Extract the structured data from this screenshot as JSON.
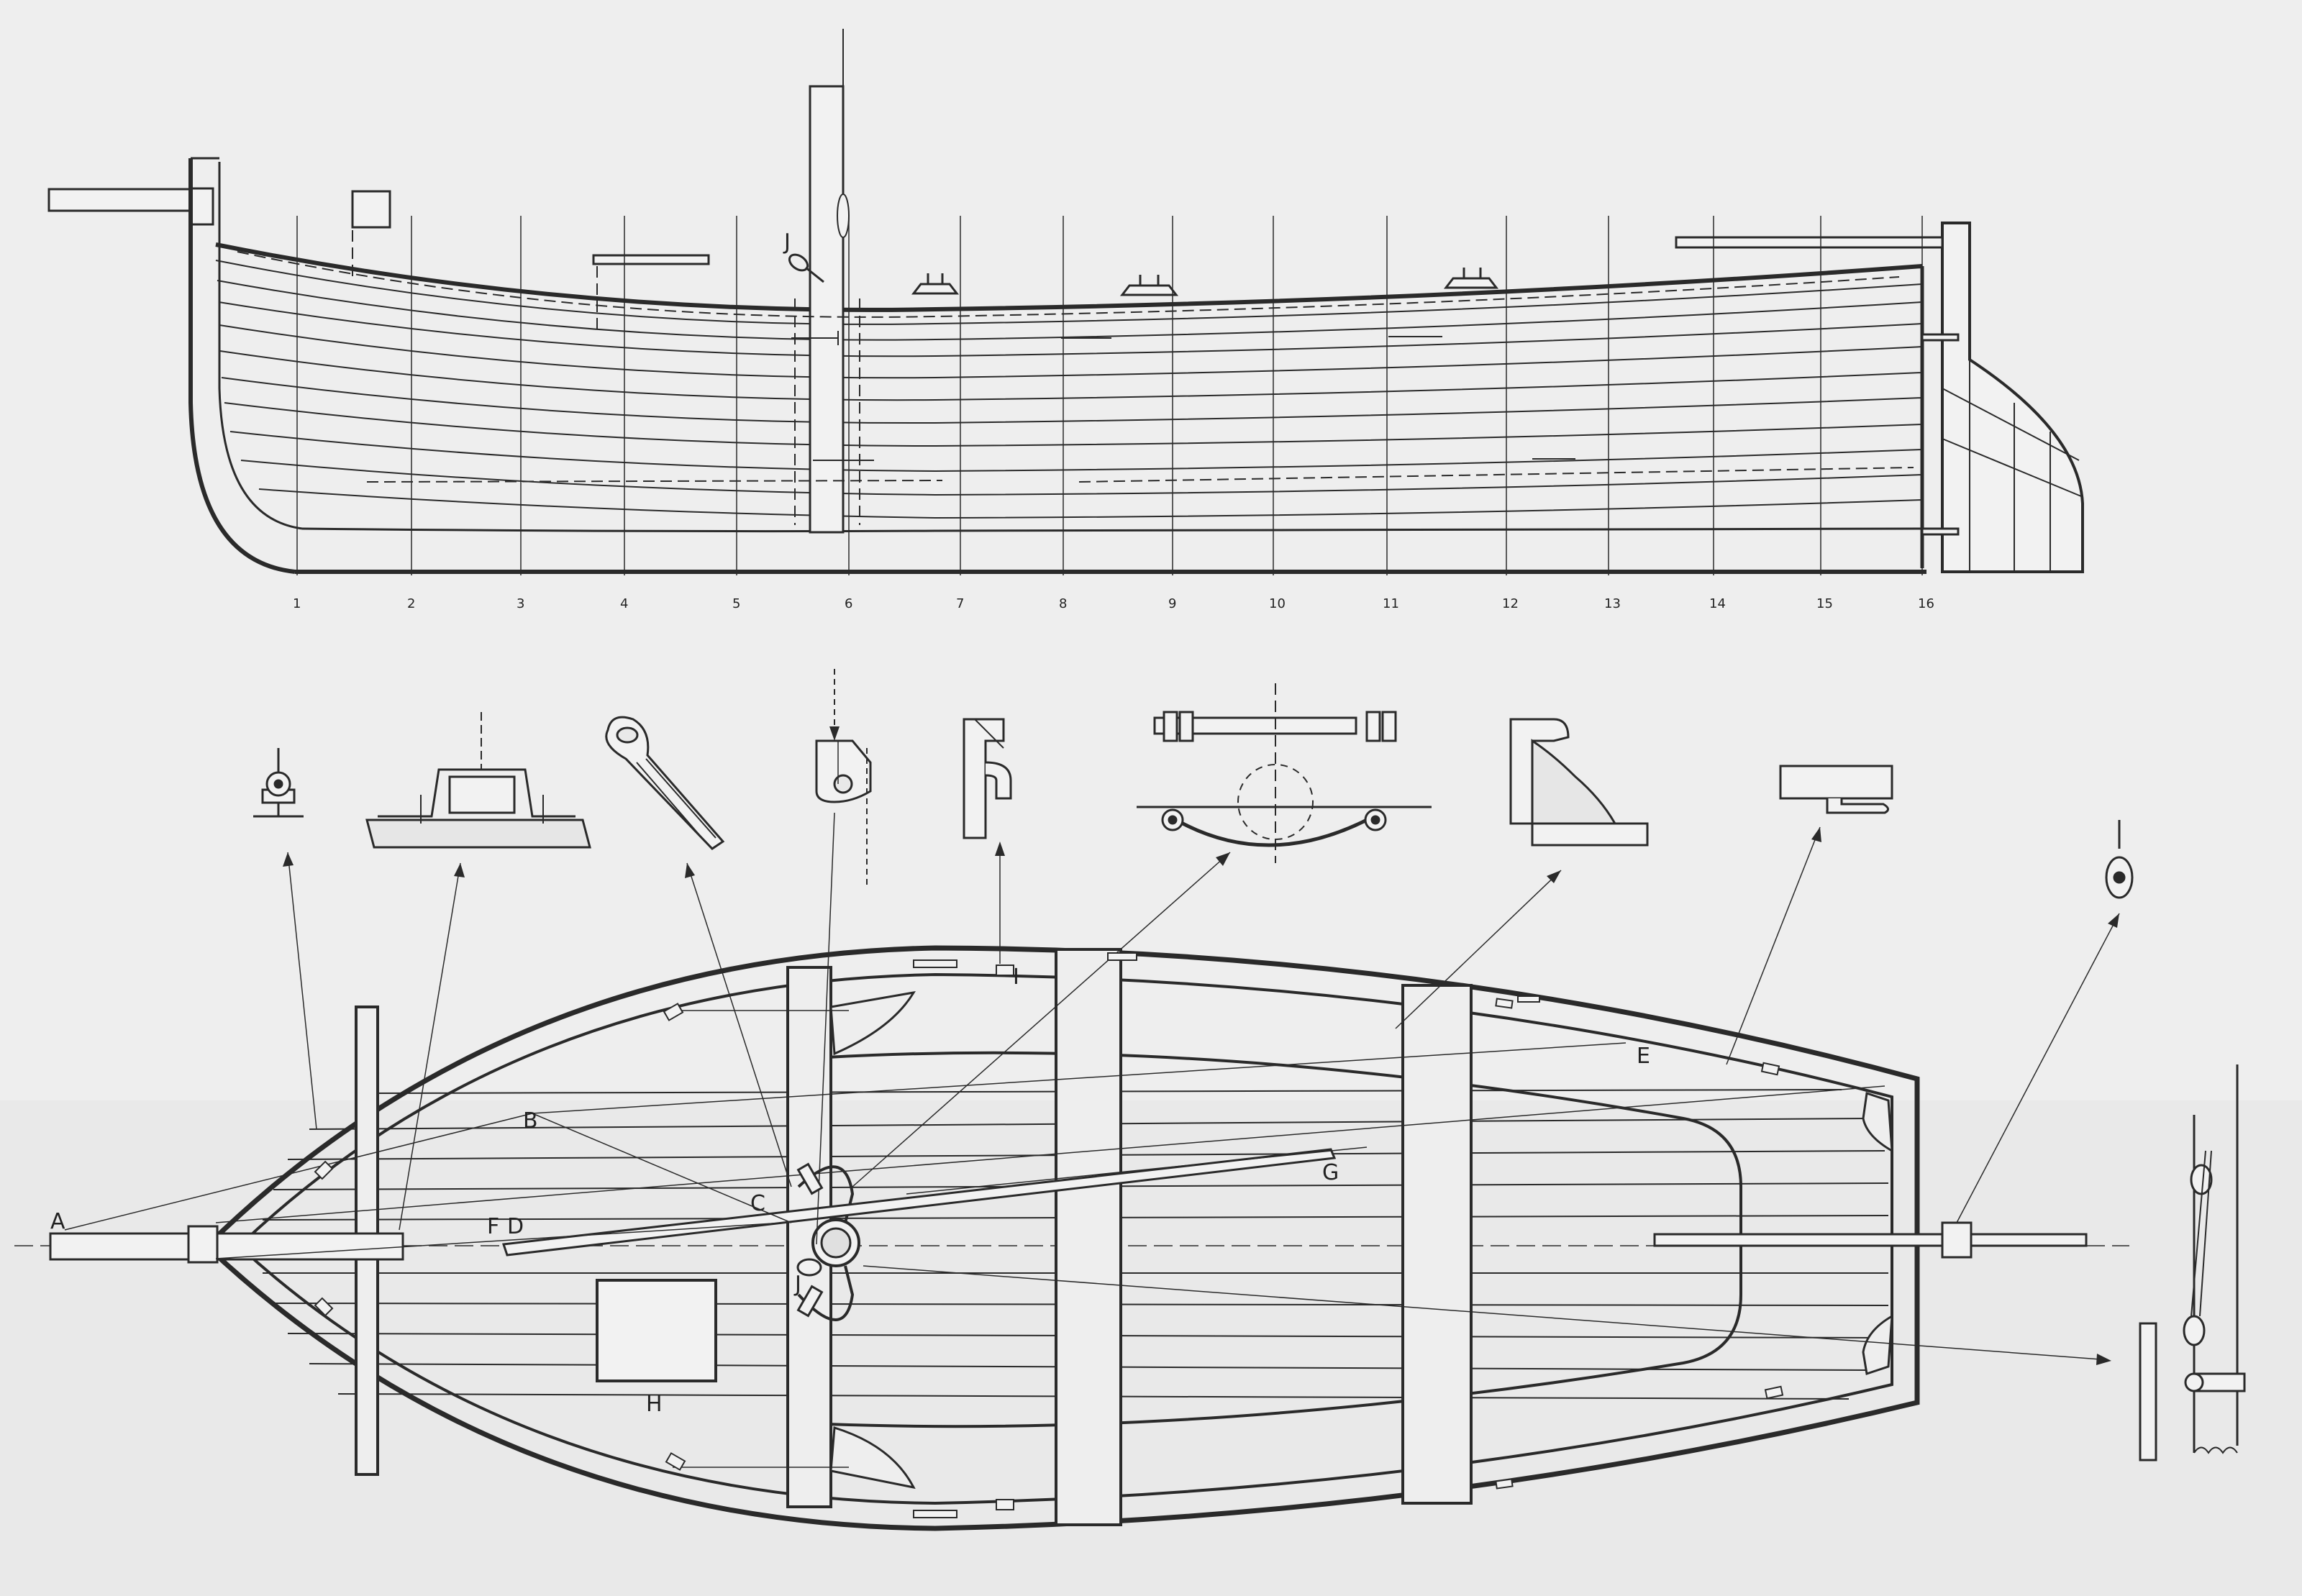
{
  "drawing": {
    "stations": [
      "1",
      "2",
      "3",
      "4",
      "5",
      "6",
      "7",
      "8",
      "9",
      "10",
      "11",
      "12",
      "13",
      "14",
      "15",
      "16"
    ],
    "point_labels": {
      "A": "A",
      "B": "B",
      "C": "C",
      "D": "D",
      "E": "E",
      "F": "F",
      "G": "G",
      "H": "H",
      "I": "I",
      "J": "J"
    },
    "colors": {
      "ink": "#2a2a2a",
      "paper": "#e9e9e9",
      "paper_light": "#f0f0f0"
    },
    "detail_names": [
      "rowlock-socket",
      "mast-step-bracket",
      "rope-loop",
      "chain-plate",
      "stem-fitting",
      "mast-partner",
      "knee",
      "cleat",
      "block"
    ]
  }
}
